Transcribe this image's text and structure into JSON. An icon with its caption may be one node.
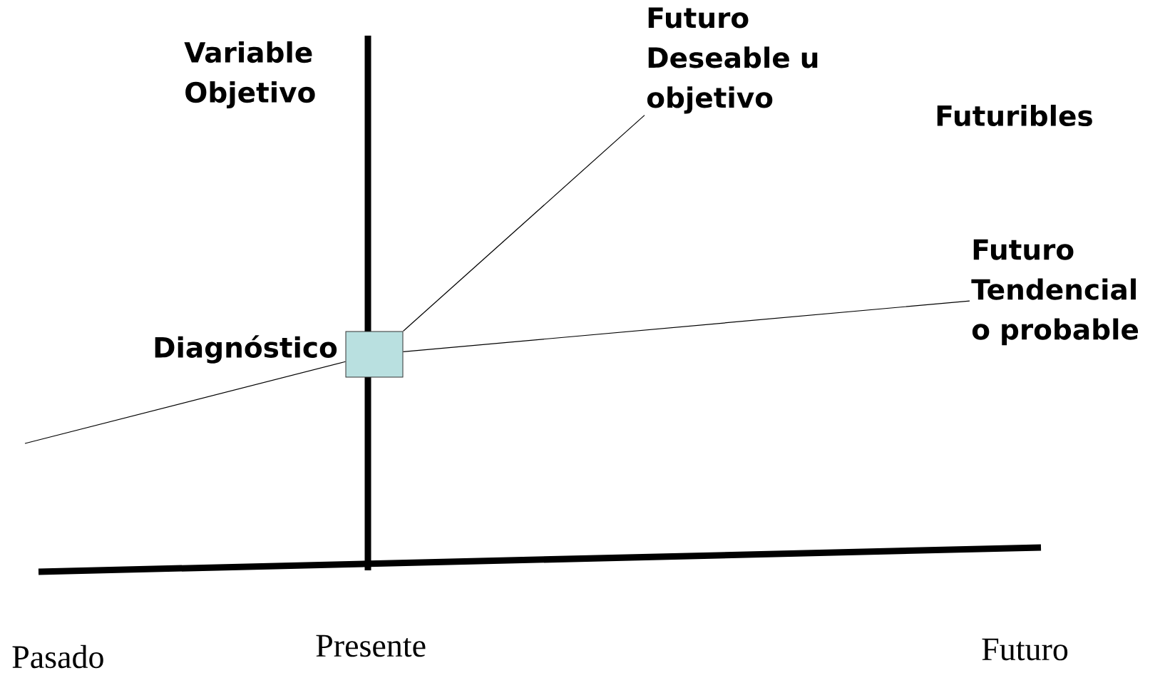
{
  "diagram": {
    "nodes": [
      {
        "text": [
          "Diagnóstico"
        ]
      },
      {
        "text": [
          "Futuro Deseable u objetivo"
        ]
      },
      {
        "text": [
          "Futuro Tendencial o probable"
        ]
      }
    ],
    "edges": [
      {
        "from": null,
        "to": 0,
        "arrow": "none"
      },
      {
        "from": 0,
        "to": 1,
        "arrow": "none"
      },
      {
        "from": 0,
        "to": 2,
        "arrow": "none"
      }
    ],
    "labels": [
      "Variable Objetivo",
      "Futuribles",
      "Pasado",
      "Presente",
      "Futuro"
    ]
  }
}
